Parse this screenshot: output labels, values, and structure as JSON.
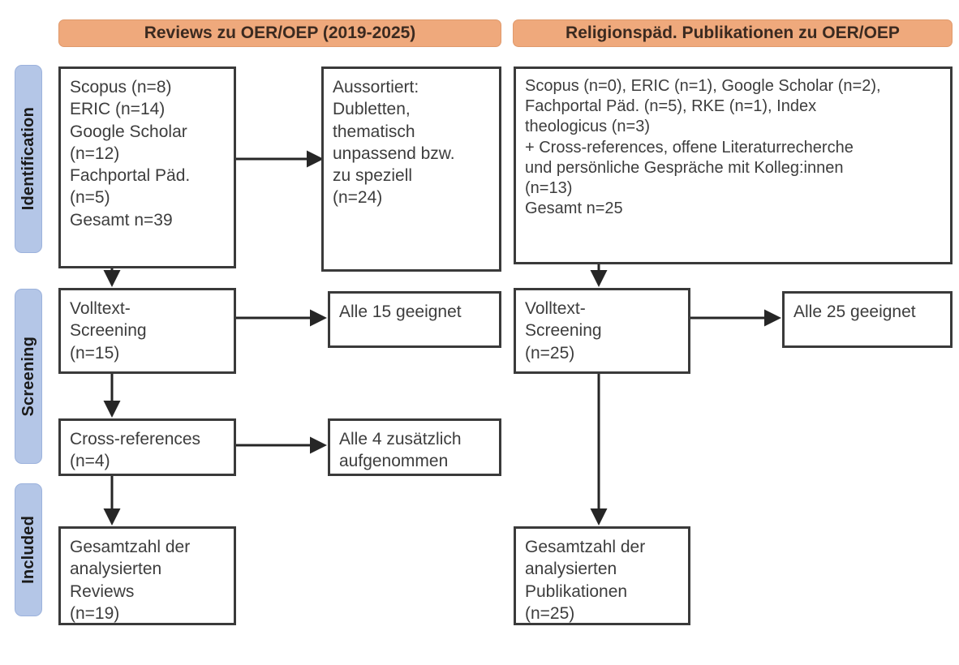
{
  "figure": {
    "type": "prisma-flow-diagram",
    "title_left": "Reviews zu OER/OEP (2019-2025)",
    "title_right": "Religionspäd. Publikationen zu OER/OEP",
    "colors": {
      "header_fill": "#efa97c",
      "stage_fill": "#b4c6e7",
      "box_border": "#3a3a3a",
      "text": "#3d3d3d",
      "background": "#ffffff"
    }
  },
  "stages": [
    {
      "label": "Identification"
    },
    {
      "label": "Screening"
    },
    {
      "label": "Included"
    }
  ],
  "left_column": {
    "header": "Reviews zu OER/OEP (2019-2025)",
    "identification_sources": {
      "lines": [
        "Scopus (n=8)",
        "ERIC (n=14)",
        "Google Scholar",
        "(n=12)",
        "Fachportal Päd.",
        "(n=5)",
        "Gesamt n=39"
      ],
      "counts": {
        "Scopus": 8,
        "ERIC": 14,
        "Google Scholar": 12,
        "Fachportal Päd.": 5,
        "Gesamt": 39
      }
    },
    "excluded": {
      "lines": [
        "Aussortiert:",
        "Dubletten,",
        "thematisch",
        "unpassend bzw.",
        "zu speziell",
        "(n=24)"
      ],
      "count": 24
    },
    "screening": {
      "lines": [
        "Volltext-",
        "Screening",
        "(n=15)"
      ],
      "count": 15
    },
    "screening_result": {
      "lines": [
        "Alle 15 geeignet"
      ],
      "count": 15
    },
    "cross_references": {
      "lines": [
        "Cross-references",
        "(n=4)"
      ],
      "count": 4
    },
    "cross_references_result": {
      "lines": [
        "Alle 4 zusätzlich",
        "aufgenommen"
      ],
      "count": 4
    },
    "included": {
      "lines": [
        "Gesamtzahl der",
        "analysierten",
        "Reviews",
        "(n=19)"
      ],
      "count": 19
    }
  },
  "right_column": {
    "header": "Religionspäd. Publikationen zu OER/OEP",
    "identification_sources": {
      "lines": [
        "Scopus (n=0), ERIC (n=1), Google Scholar (n=2),",
        "Fachportal Päd. (n=5), RKE (n=1), Index",
        "theologicus (n=3)",
        "+ Cross-references, offene Literaturrecherche",
        "und persönliche Gespräche mit Kolleg:innen",
        "(n=13)",
        "Gesamt n=25"
      ],
      "counts": {
        "Scopus": 0,
        "ERIC": 1,
        "Google Scholar": 2,
        "Fachportal Päd.": 5,
        "RKE": 1,
        "Index theologicus": 3,
        "Cross-references / offene Literaturrecherche / persönliche Gespräche": 13,
        "Gesamt": 25
      }
    },
    "screening": {
      "lines": [
        "Volltext-",
        "Screening",
        "(n=25)"
      ],
      "count": 25
    },
    "screening_result": {
      "lines": [
        "Alle 25 geeignet"
      ],
      "count": 25
    },
    "included": {
      "lines": [
        "Gesamtzahl der",
        "analysierten",
        "Publikationen",
        "(n=25)"
      ],
      "count": 25
    }
  }
}
